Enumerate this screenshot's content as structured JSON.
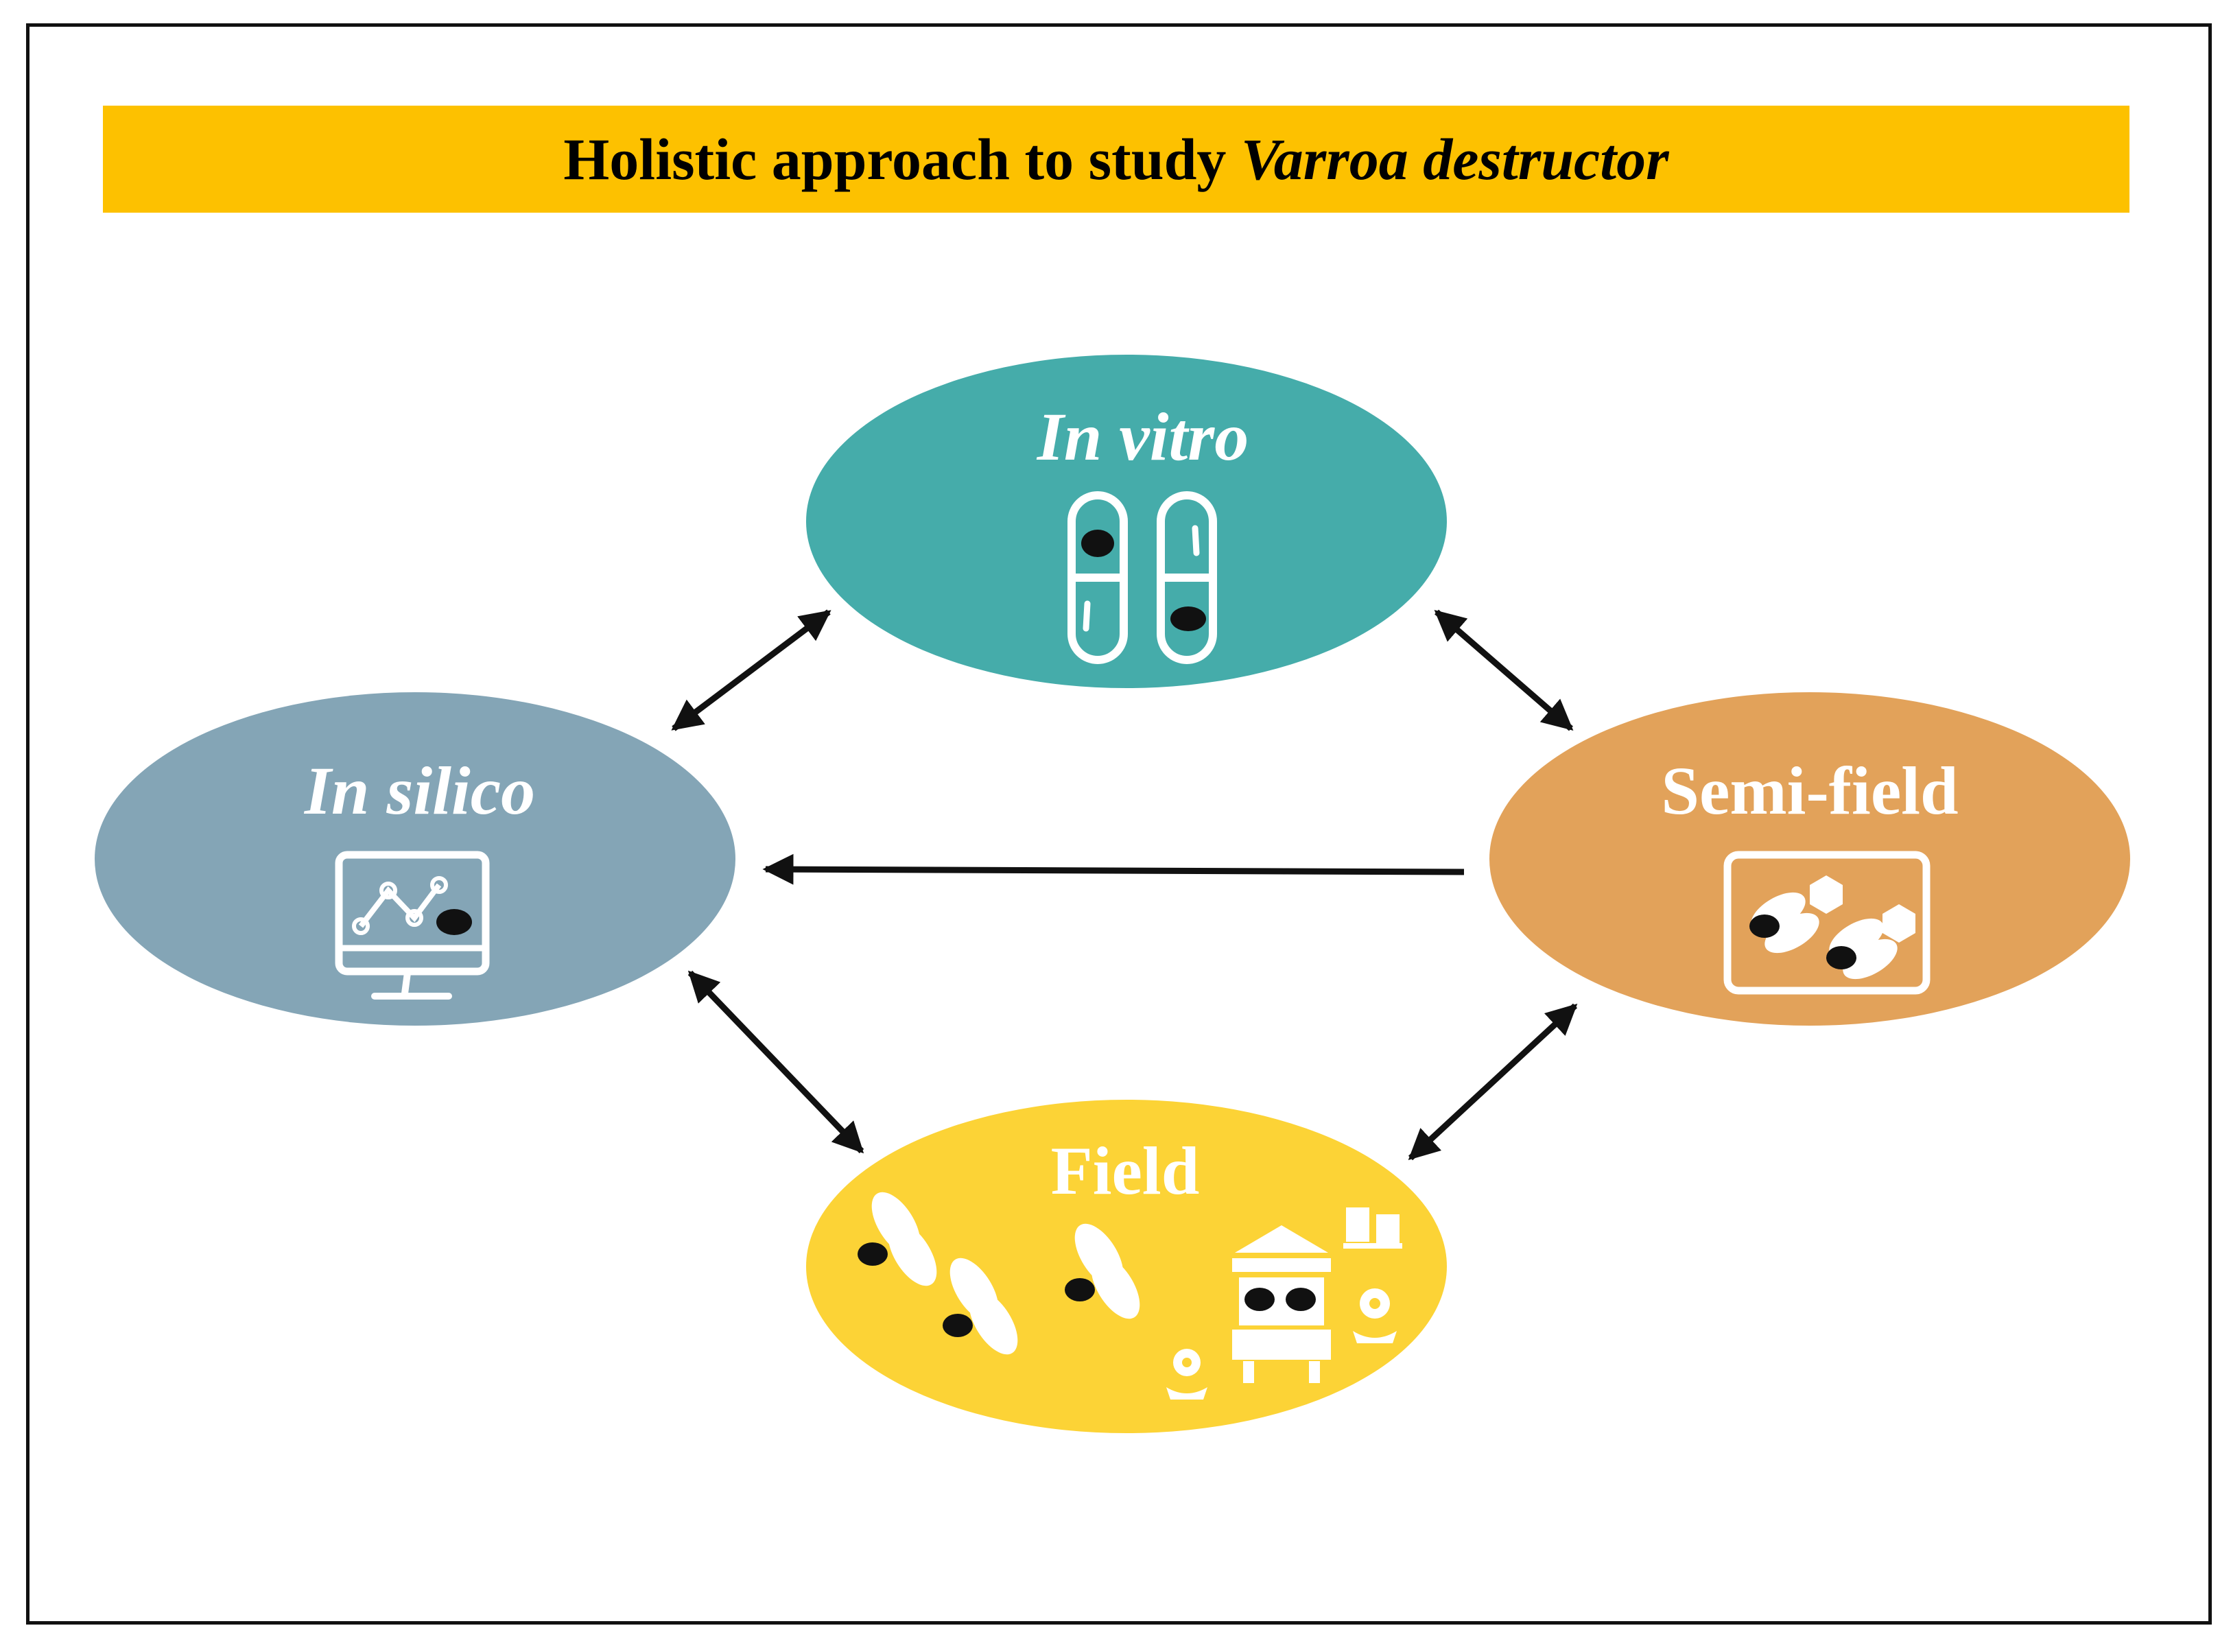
{
  "title": {
    "prefix": "Holistic approach to study ",
    "species": "Varroa destructor"
  },
  "nodes": {
    "in_vitro": {
      "label": "In vitro",
      "icon": "test-tubes-with-mites-icon"
    },
    "in_silico": {
      "label": "In silico",
      "icon": "computer-chart-mite-icon"
    },
    "semi_field": {
      "label": "Semi-field",
      "icon": "caged-bees-with-mites-icon"
    },
    "field": {
      "label": "Field",
      "icon": "bees-beehive-flowers-icon"
    }
  },
  "edges": [
    {
      "from": "in_silico",
      "to": "in_vitro",
      "direction": "both"
    },
    {
      "from": "in_vitro",
      "to": "semi_field",
      "direction": "both"
    },
    {
      "from": "semi_field",
      "to": "in_silico",
      "direction": "one-way"
    },
    {
      "from": "in_silico",
      "to": "field",
      "direction": "both"
    },
    {
      "from": "field",
      "to": "semi_field",
      "direction": "both"
    }
  ],
  "colors": {
    "banner": "#FDC100",
    "in_vitro": "#45ACAA",
    "in_silico": "#84A5B6",
    "semi_field": "#E2A25A",
    "field": "#FCD336",
    "arrow": "#111111",
    "mite": "#111111",
    "icon": "#ffffff"
  }
}
